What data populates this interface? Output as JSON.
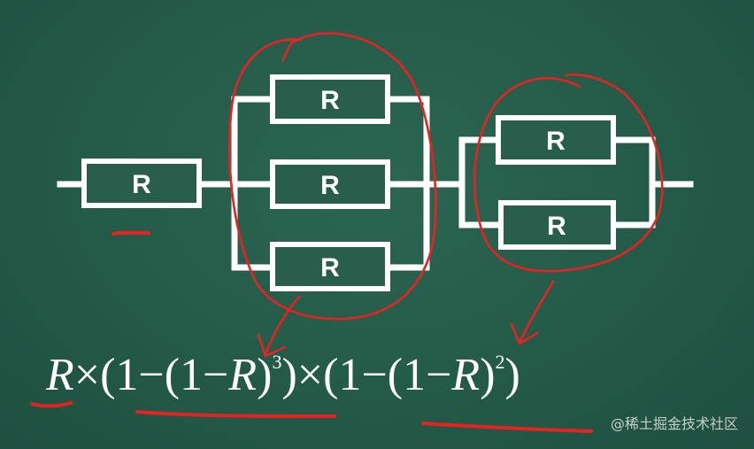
{
  "diagram": {
    "resistor_label": "R",
    "resistors": [
      {
        "id": "series",
        "label": "R"
      },
      {
        "id": "parallel3-top",
        "label": "R"
      },
      {
        "id": "parallel3-mid",
        "label": "R"
      },
      {
        "id": "parallel3-bottom",
        "label": "R"
      },
      {
        "id": "parallel2-top",
        "label": "R"
      },
      {
        "id": "parallel2-bottom",
        "label": "R"
      }
    ]
  },
  "formula": {
    "t1": "R",
    "t2": "×(1−(1−",
    "t3": "R",
    "t4": ")",
    "exp1": "3",
    "t5": ")×(1−(1−",
    "t6": "R",
    "t7": ")",
    "exp2": "2",
    "t8": ")"
  },
  "annotation_color": "#e52323",
  "board_color": "#245a48",
  "watermark": "@稀土掘金技术社区"
}
